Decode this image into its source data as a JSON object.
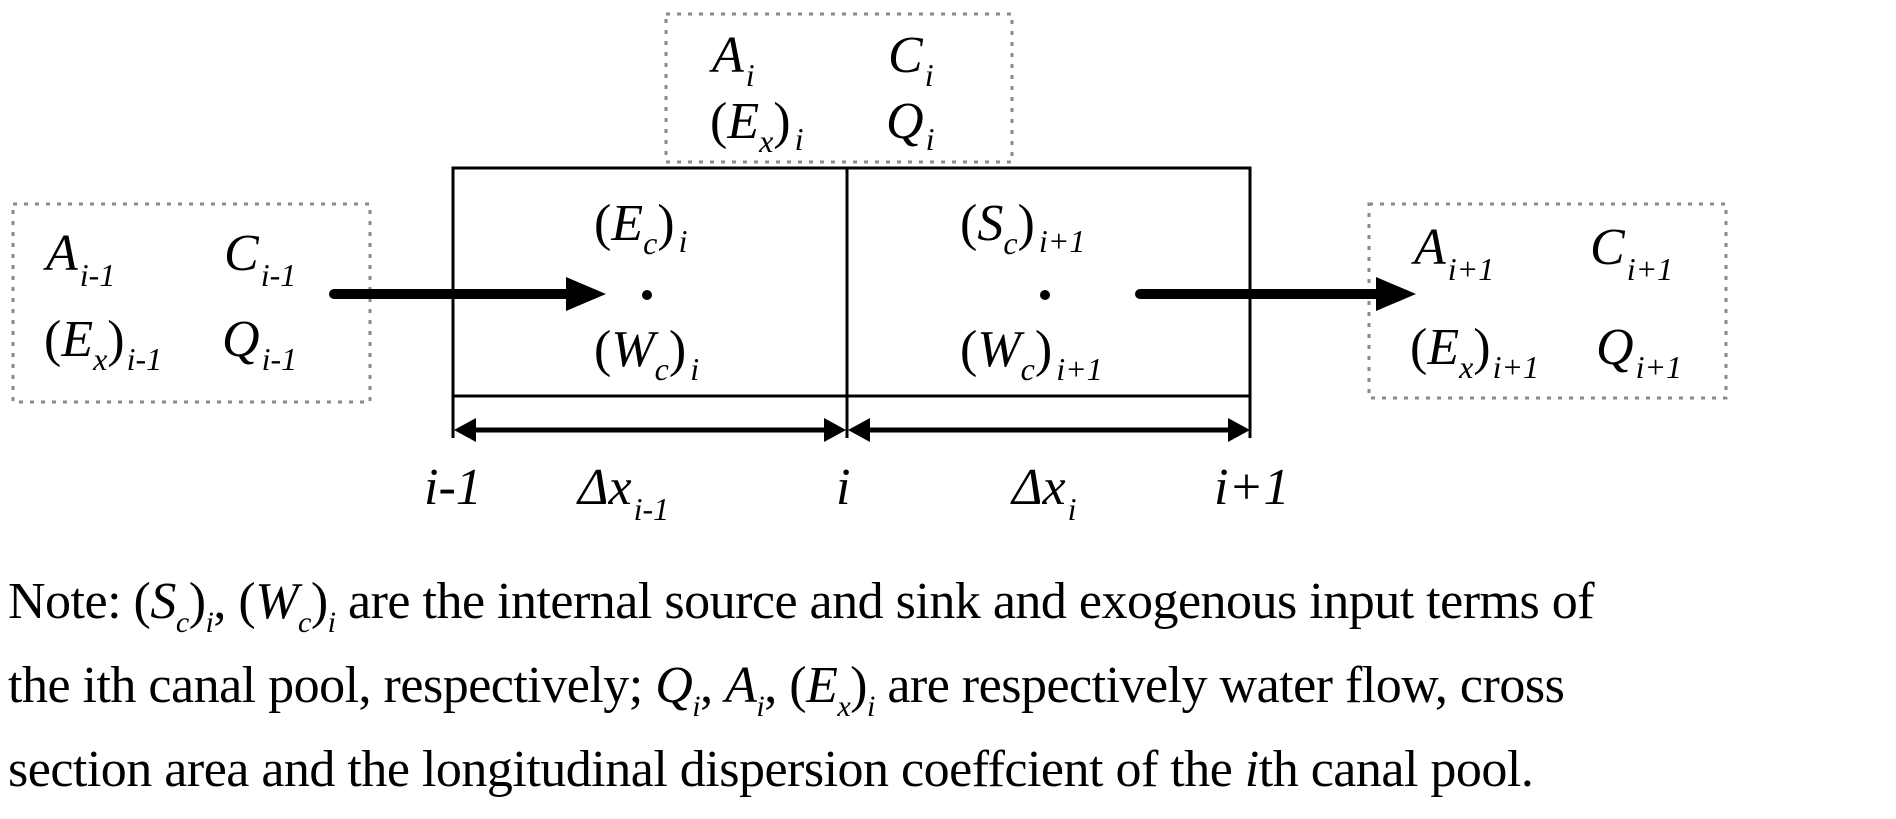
{
  "diagram": {
    "top_box": {
      "A": {
        "base": "A",
        "sub": "i"
      },
      "C": {
        "base": "C",
        "sub": "i"
      },
      "Ex": {
        "base": "E",
        "inner": "x",
        "sub": "i"
      },
      "Q": {
        "base": "Q",
        "sub": "i"
      }
    },
    "left_box": {
      "A": {
        "base": "A",
        "sub": "i-1"
      },
      "C": {
        "base": "C",
        "sub": "i-1"
      },
      "Ex": {
        "base": "E",
        "inner": "x",
        "sub": "i-1"
      },
      "Q": {
        "base": "Q",
        "sub": "i-1"
      }
    },
    "right_box": {
      "A": {
        "base": "A",
        "sub": "i+1"
      },
      "C": {
        "base": "C",
        "sub": "i+1"
      },
      "Ex": {
        "base": "E",
        "inner": "x",
        "sub": "i+1"
      },
      "Q": {
        "base": "Q",
        "sub": "i+1"
      }
    },
    "cell_left": {
      "top": {
        "base": "E",
        "inner": "c",
        "sub": "i"
      },
      "bottom": {
        "base": "W",
        "inner": "c",
        "sub": "i"
      }
    },
    "cell_right": {
      "top": {
        "base": "S",
        "inner": "c",
        "sub": "i+1"
      },
      "bottom": {
        "base": "W",
        "inner": "c",
        "sub": "i+1"
      }
    },
    "axis_labels": {
      "node_left": "i-1",
      "node_mid": "i",
      "node_right": "i+1",
      "dx_left": {
        "base": "Δx",
        "sub": "i-1"
      },
      "dx_right": {
        "base": "Δx",
        "sub": "i"
      }
    },
    "colors": {
      "line": "#000000",
      "dotted": "#8a8a8a",
      "background": "#ffffff"
    }
  },
  "note": {
    "line1_prefix": "Note: ",
    "sc": {
      "base": "S",
      "inner": "c",
      "sub": "i"
    },
    "sep1": ", ",
    "wc": {
      "base": "W",
      "inner": "c",
      "sub": "i"
    },
    "line1_suffix": " are the internal source and sink and exogenous input terms of",
    "line2_prefix": "the ith canal pool, respectively; ",
    "q": {
      "base": "Q",
      "sub": "i"
    },
    "sep2": ", ",
    "a": {
      "base": "A",
      "sub": "i"
    },
    "sep3": ", ",
    "ex": {
      "base": "E",
      "inner": "x",
      "sub": "i"
    },
    "line2_suffix": " are respectively water flow, cross",
    "line3_prefix": "section area and the longitudinal dispersion coeffcient of the ",
    "line3_ital": "i",
    "line3_suffix": "th canal pool."
  }
}
